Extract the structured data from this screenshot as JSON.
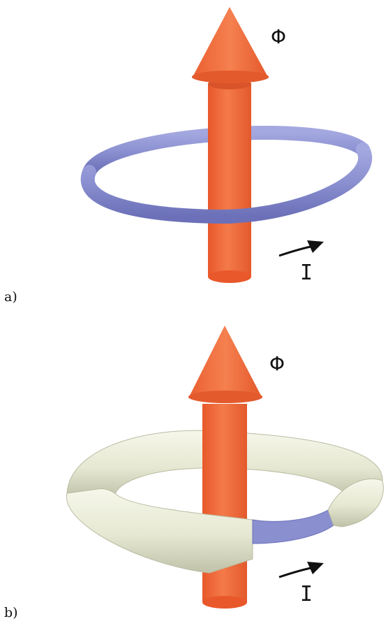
{
  "figure": {
    "panels": [
      {
        "tag": "a)",
        "flux_symbol": "Φ",
        "current_symbol": "I"
      },
      {
        "tag": "b)",
        "flux_symbol": "Φ",
        "current_symbol": "I"
      }
    ],
    "colors": {
      "arrow": "#f06a3a",
      "arrow_dark": "#d9542a",
      "ring": "#8a8fd0",
      "ring_dark": "#6b70b8",
      "torus": "#eef0dc",
      "torus_shade": "#c9cbb4"
    }
  }
}
